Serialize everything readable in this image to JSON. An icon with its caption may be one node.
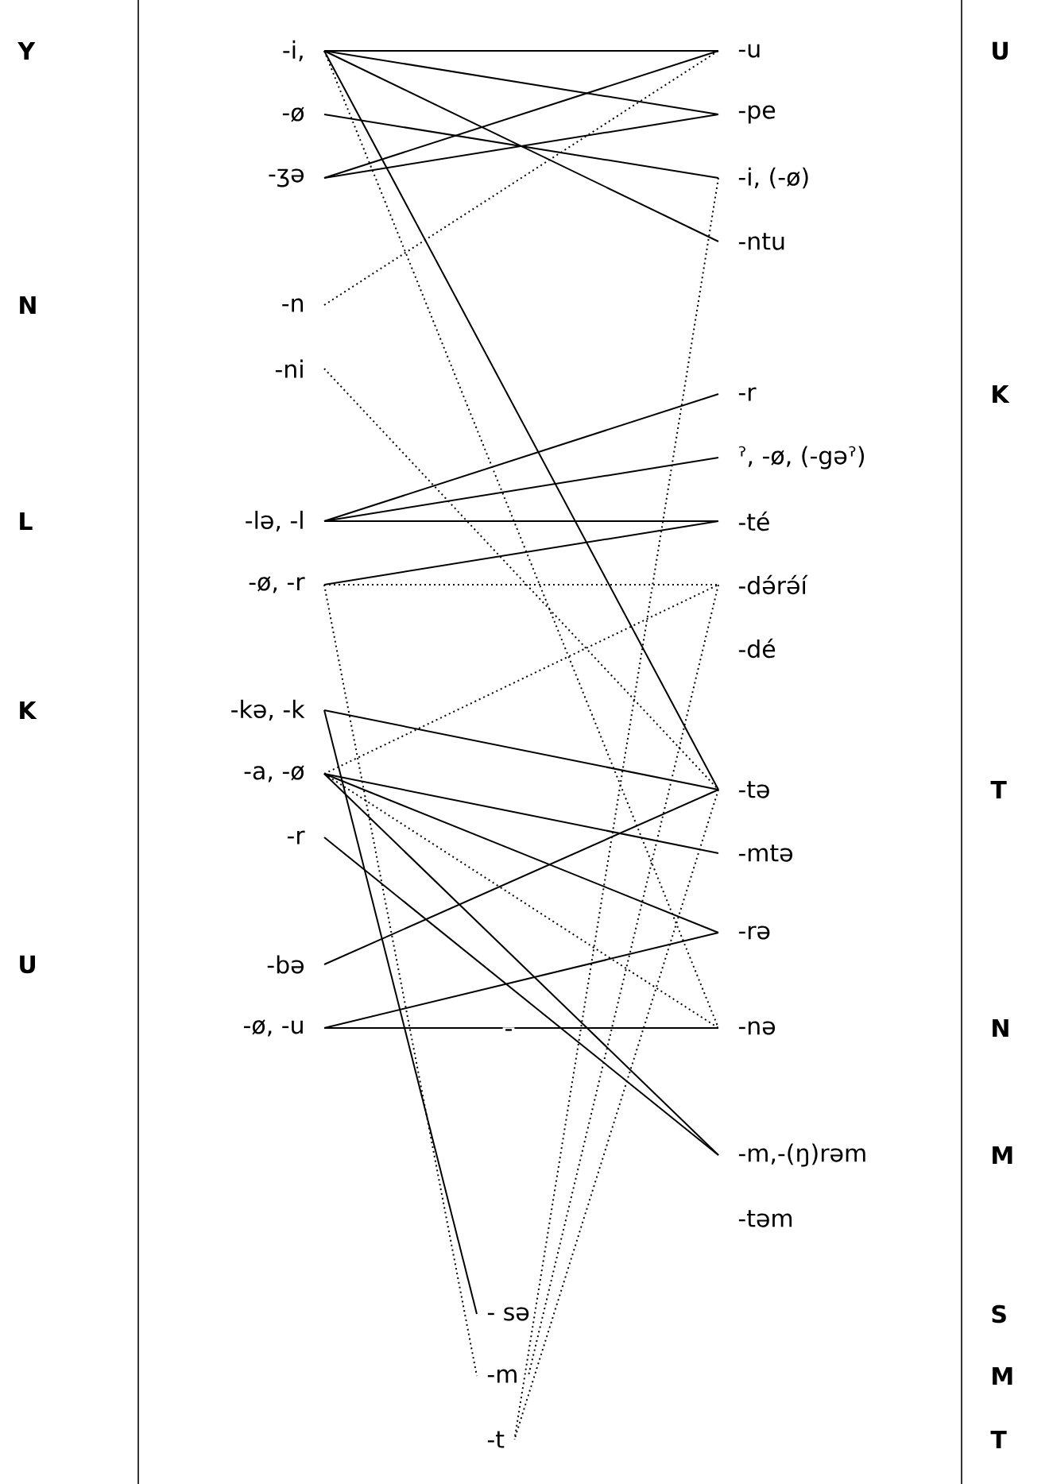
{
  "diagram": {
    "nodes": [
      {
        "text": [
          "-i,"
        ]
      },
      {
        "text": [
          "-ø"
        ]
      },
      {
        "text": [
          "-ʒə"
        ]
      },
      {
        "text": [
          "-n"
        ]
      },
      {
        "text": [
          "-ni"
        ]
      },
      {
        "text": [
          "-lə, -l"
        ]
      },
      {
        "text": [
          "-ø, -r"
        ]
      },
      {
        "text": [
          "-kə, -k"
        ]
      },
      {
        "text": [
          "-a, -ø"
        ]
      },
      {
        "text": [
          "-r"
        ]
      },
      {
        "text": [
          "-bə"
        ]
      },
      {
        "text": [
          "-ø, -u"
        ]
      },
      {
        "text": [
          "-u"
        ]
      },
      {
        "text": [
          "-pe"
        ]
      },
      {
        "text": [
          "-i, (-ø)"
        ]
      },
      {
        "text": [
          "-ntu"
        ]
      },
      {
        "text": [
          "-r"
        ]
      },
      {
        "text": [
          "ˀ, -ø, (-gəˀ)"
        ]
      },
      {
        "text": [
          "-té"
        ]
      },
      {
        "text": [
          "-də́rə́í"
        ]
      },
      {
        "text": [
          "-dé"
        ]
      },
      {
        "text": [
          "-tə"
        ]
      },
      {
        "text": [
          "-mtə"
        ]
      },
      {
        "text": [
          "-rə"
        ]
      },
      {
        "text": [
          "-nə"
        ]
      },
      {
        "text": [
          "-m,-(ŋ)rəm"
        ]
      },
      {
        "text": [
          "-təm"
        ]
      },
      {
        "text": [
          "- sə"
        ]
      },
      {
        "text": [
          "-m"
        ]
      },
      {
        "text": [
          "-t"
        ]
      }
    ],
    "edges": [
      {
        "from": 0,
        "to": 12,
        "arrow": "none"
      },
      {
        "from": 0,
        "to": 13,
        "arrow": "none"
      },
      {
        "from": 0,
        "to": 15,
        "arrow": "none"
      },
      {
        "from": 0,
        "to": 21,
        "arrow": "none"
      },
      {
        "from": 0,
        "to": 24,
        "arrow": "none",
        "style": "dashed"
      },
      {
        "from": 1,
        "to": 14,
        "arrow": "none"
      },
      {
        "from": 2,
        "to": 12,
        "arrow": "none"
      },
      {
        "from": 2,
        "to": 13,
        "arrow": "none"
      },
      {
        "from": 3,
        "to": 12,
        "arrow": "none",
        "style": "dashed"
      },
      {
        "from": 4,
        "to": 21,
        "arrow": "none",
        "style": "dashed"
      },
      {
        "from": 5,
        "to": 16,
        "arrow": "none"
      },
      {
        "from": 5,
        "to": 17,
        "arrow": "none"
      },
      {
        "from": 5,
        "to": 18,
        "arrow": "none"
      },
      {
        "from": 6,
        "to": 18,
        "arrow": "none"
      },
      {
        "from": 6,
        "to": 19,
        "arrow": "none",
        "style": "dashed"
      },
      {
        "from": 6,
        "to": 28,
        "arrow": "none",
        "style": "dashed"
      },
      {
        "from": 7,
        "to": 21,
        "arrow": "none"
      },
      {
        "from": 7,
        "to": 27,
        "arrow": "none"
      },
      {
        "from": 8,
        "to": 22,
        "arrow": "none"
      },
      {
        "from": 8,
        "to": 23,
        "arrow": "none"
      },
      {
        "from": 8,
        "to": 25,
        "arrow": "none"
      },
      {
        "from": 8,
        "to": 24,
        "arrow": "none",
        "style": "dashed"
      },
      {
        "from": 8,
        "to": 19,
        "arrow": "none",
        "style": "dashed"
      },
      {
        "from": 9,
        "to": 25,
        "arrow": "none"
      },
      {
        "from": 10,
        "to": 21,
        "arrow": "none"
      },
      {
        "from": 11,
        "to": 23,
        "arrow": "none"
      },
      {
        "from": 11,
        "to": 24,
        "arrow": "none"
      },
      {
        "from": 14,
        "to": 29,
        "arrow": "none",
        "style": "dashed"
      },
      {
        "from": 19,
        "to": 28,
        "arrow": "none",
        "style": "dashed"
      },
      {
        "from": 21,
        "to": 29,
        "arrow": "none",
        "style": "dashed"
      }
    ],
    "labels": [
      "Y",
      "U",
      "N",
      "L",
      "K",
      "K",
      "T",
      "U",
      "N",
      "M",
      "S",
      "M",
      "T",
      "-"
    ]
  }
}
